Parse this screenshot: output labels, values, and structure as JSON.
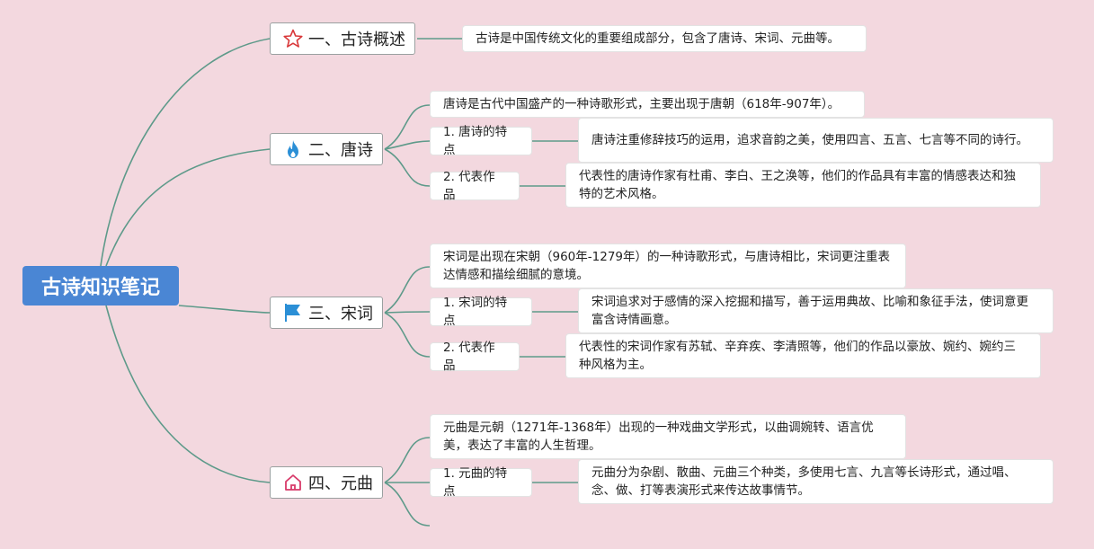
{
  "root": {
    "title": "古诗知识笔记"
  },
  "topics": [
    {
      "title": "一、古诗概述",
      "icon": "star-outline-icon",
      "summary": "古诗是中国传统文化的重要组成部分，包含了唐诗、宋词、元曲等。"
    },
    {
      "title": "二、唐诗",
      "icon": "flame-icon",
      "summary": "唐诗是古代中国盛产的一种诗歌形式，主要出现于唐朝（618年-907年）。",
      "subs": [
        {
          "label": "1. 唐诗的特点",
          "detail": "唐诗注重修辞技巧的运用，追求音韵之美，使用四言、五言、七言等不同的诗行。"
        },
        {
          "label": "2. 代表作品",
          "detail": "代表性的唐诗作家有杜甫、李白、王之涣等，他们的作品具有丰富的情感表达和独特的艺术风格。"
        }
      ]
    },
    {
      "title": "三、宋词",
      "icon": "flag-icon",
      "summary": "宋词是出现在宋朝（960年-1279年）的一种诗歌形式，与唐诗相比，宋词更注重表达情感和描绘细腻的意境。",
      "subs": [
        {
          "label": "1. 宋词的特点",
          "detail": "宋词追求对于感情的深入挖掘和描写，善于运用典故、比喻和象征手法，使词意更富含诗情画意。"
        },
        {
          "label": "2. 代表作品",
          "detail": "代表性的宋词作家有苏轼、辛弃疾、李清照等，他们的作品以豪放、婉约、婉约三种风格为主。"
        }
      ]
    },
    {
      "title": "四、元曲",
      "icon": "home-icon",
      "summary": "元曲是元朝（1271年-1368年）出现的一种戏曲文学形式，以曲调婉转、语言优美，表达了丰富的人生哲理。",
      "subs": [
        {
          "label": "1. 元曲的特点",
          "detail": "元曲分为杂剧、散曲、元曲三个种类，多使用七言、九言等长诗形式，通过唱、念、做、打等表演形式来传达故事情节。"
        }
      ]
    }
  ],
  "colors": {
    "background": "#f3d8df",
    "root": "#4a86d4",
    "connector": "#5e9a8a",
    "star": "#d9383a",
    "flame": "#2b8fd6",
    "flag": "#2b8fd6",
    "home": "#d83a6a"
  }
}
